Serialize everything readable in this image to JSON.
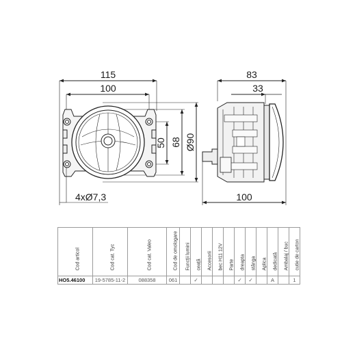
{
  "drawing": {
    "front_view": {
      "width_overall": "115",
      "width_holes": "100",
      "height_holes": "50",
      "height_body": "68",
      "diameter": "Ø90",
      "holes": "4xØ7,3"
    },
    "side_view": {
      "depth_overall": "83",
      "depth_lens": "33",
      "depth_bottom": "100"
    }
  },
  "table": {
    "headers": [
      "Cod articol",
      "Cod cat. Tyc",
      "Cod cat. Valeo",
      "Cod de omologare",
      "Funcții lumini",
      "ceață",
      "Accesorii",
      "bec H11 12V",
      "Parte",
      "dreapta",
      "stânga",
      "Aplica",
      "dedicată",
      "Ambalaj / buc",
      "cutie de carton"
    ],
    "row": [
      "HO5.46100",
      "19-5785-11-2",
      "088358",
      "061",
      "",
      "✓",
      "",
      "",
      "",
      "✓",
      "✓",
      "",
      "A",
      "",
      "1"
    ]
  }
}
